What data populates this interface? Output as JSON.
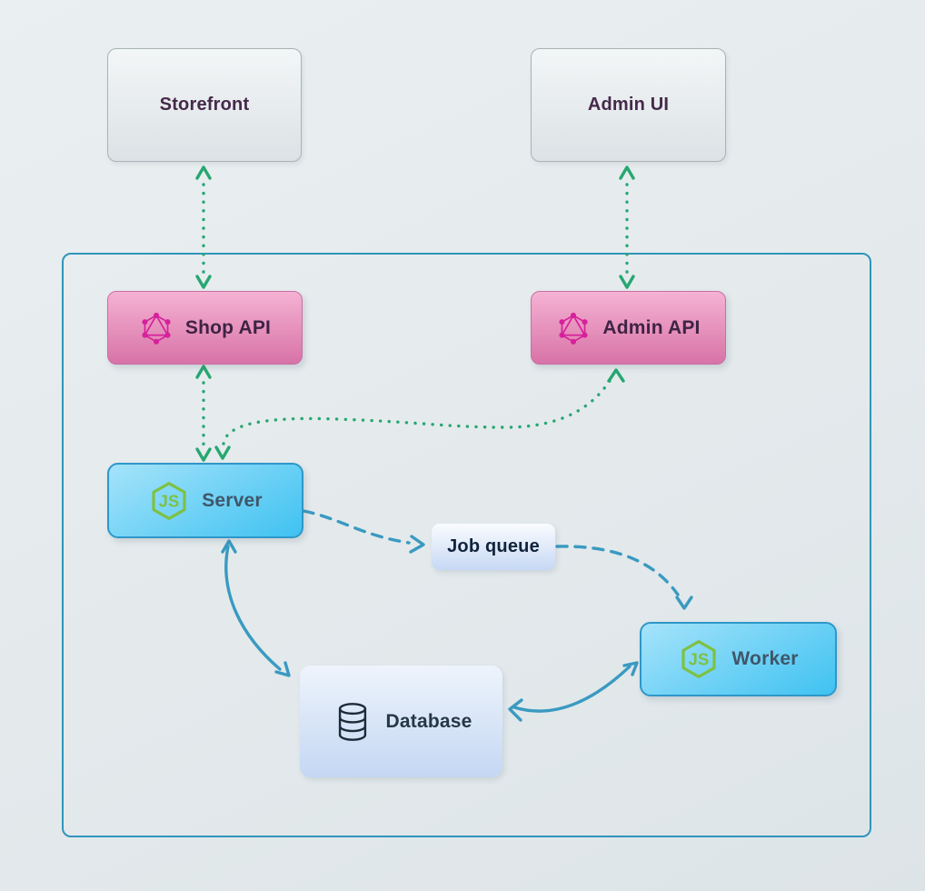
{
  "diagram": {
    "nodes": {
      "storefront": {
        "label": "Storefront"
      },
      "admin_ui": {
        "label": "Admin UI"
      },
      "shop_api": {
        "label": "Shop API",
        "icon": "graphql-icon"
      },
      "admin_api": {
        "label": "Admin API",
        "icon": "graphql-icon"
      },
      "server": {
        "label": "Server",
        "icon": "nodejs-icon"
      },
      "job_queue": {
        "label": "Job queue"
      },
      "worker": {
        "label": "Worker",
        "icon": "nodejs-icon"
      },
      "database": {
        "label": "Database",
        "icon": "database-icon"
      }
    },
    "edges": [
      {
        "from": "storefront",
        "to": "shop_api",
        "style": "dotted",
        "color": "green",
        "bidirectional": true
      },
      {
        "from": "admin_ui",
        "to": "admin_api",
        "style": "dotted",
        "color": "green",
        "bidirectional": true
      },
      {
        "from": "shop_api",
        "to": "server",
        "style": "dotted",
        "color": "green",
        "bidirectional": true
      },
      {
        "from": "server",
        "to": "admin_api",
        "style": "dotted",
        "color": "green",
        "bidirectional": true
      },
      {
        "from": "server",
        "to": "job_queue",
        "style": "dashed",
        "color": "blue",
        "bidirectional": false
      },
      {
        "from": "job_queue",
        "to": "worker",
        "style": "dashed",
        "color": "blue",
        "bidirectional": false
      },
      {
        "from": "server",
        "to": "database",
        "style": "solid",
        "color": "blue",
        "bidirectional": true
      },
      {
        "from": "database",
        "to": "worker",
        "style": "solid",
        "color": "blue",
        "bidirectional": true
      }
    ],
    "colors": {
      "background": "#e4eaec",
      "container_border": "#2f95bb",
      "arrow_green": "#27a771",
      "arrow_blue": "#3a9ac1",
      "neutral_box_top": "#f3f6f7",
      "neutral_box_bottom": "#dce2e5",
      "neutral_border": "#a9b2b6",
      "neutral_text": "#45294a",
      "pink_box_top": "#f5b2d3",
      "pink_box_bottom": "#d873a7",
      "pink_border": "#c76fa4",
      "pink_text": "#3f2344",
      "graphql_icon": "#d6219c",
      "blue_box_top": "#a5e3fa",
      "blue_box_bottom": "#3fc2f1",
      "blue_border": "#2e97c9",
      "blue_text": "#3f5669",
      "nodejs_icon": "#7ec143",
      "queue_box_top": "#fafcff",
      "queue_box_bottom": "#c6d8f4",
      "queue_text": "#11233c",
      "db_box_top": "#eef4fc",
      "db_box_bottom": "#c4d7f3",
      "db_text": "#273748",
      "db_icon": "#1c2b39"
    }
  }
}
